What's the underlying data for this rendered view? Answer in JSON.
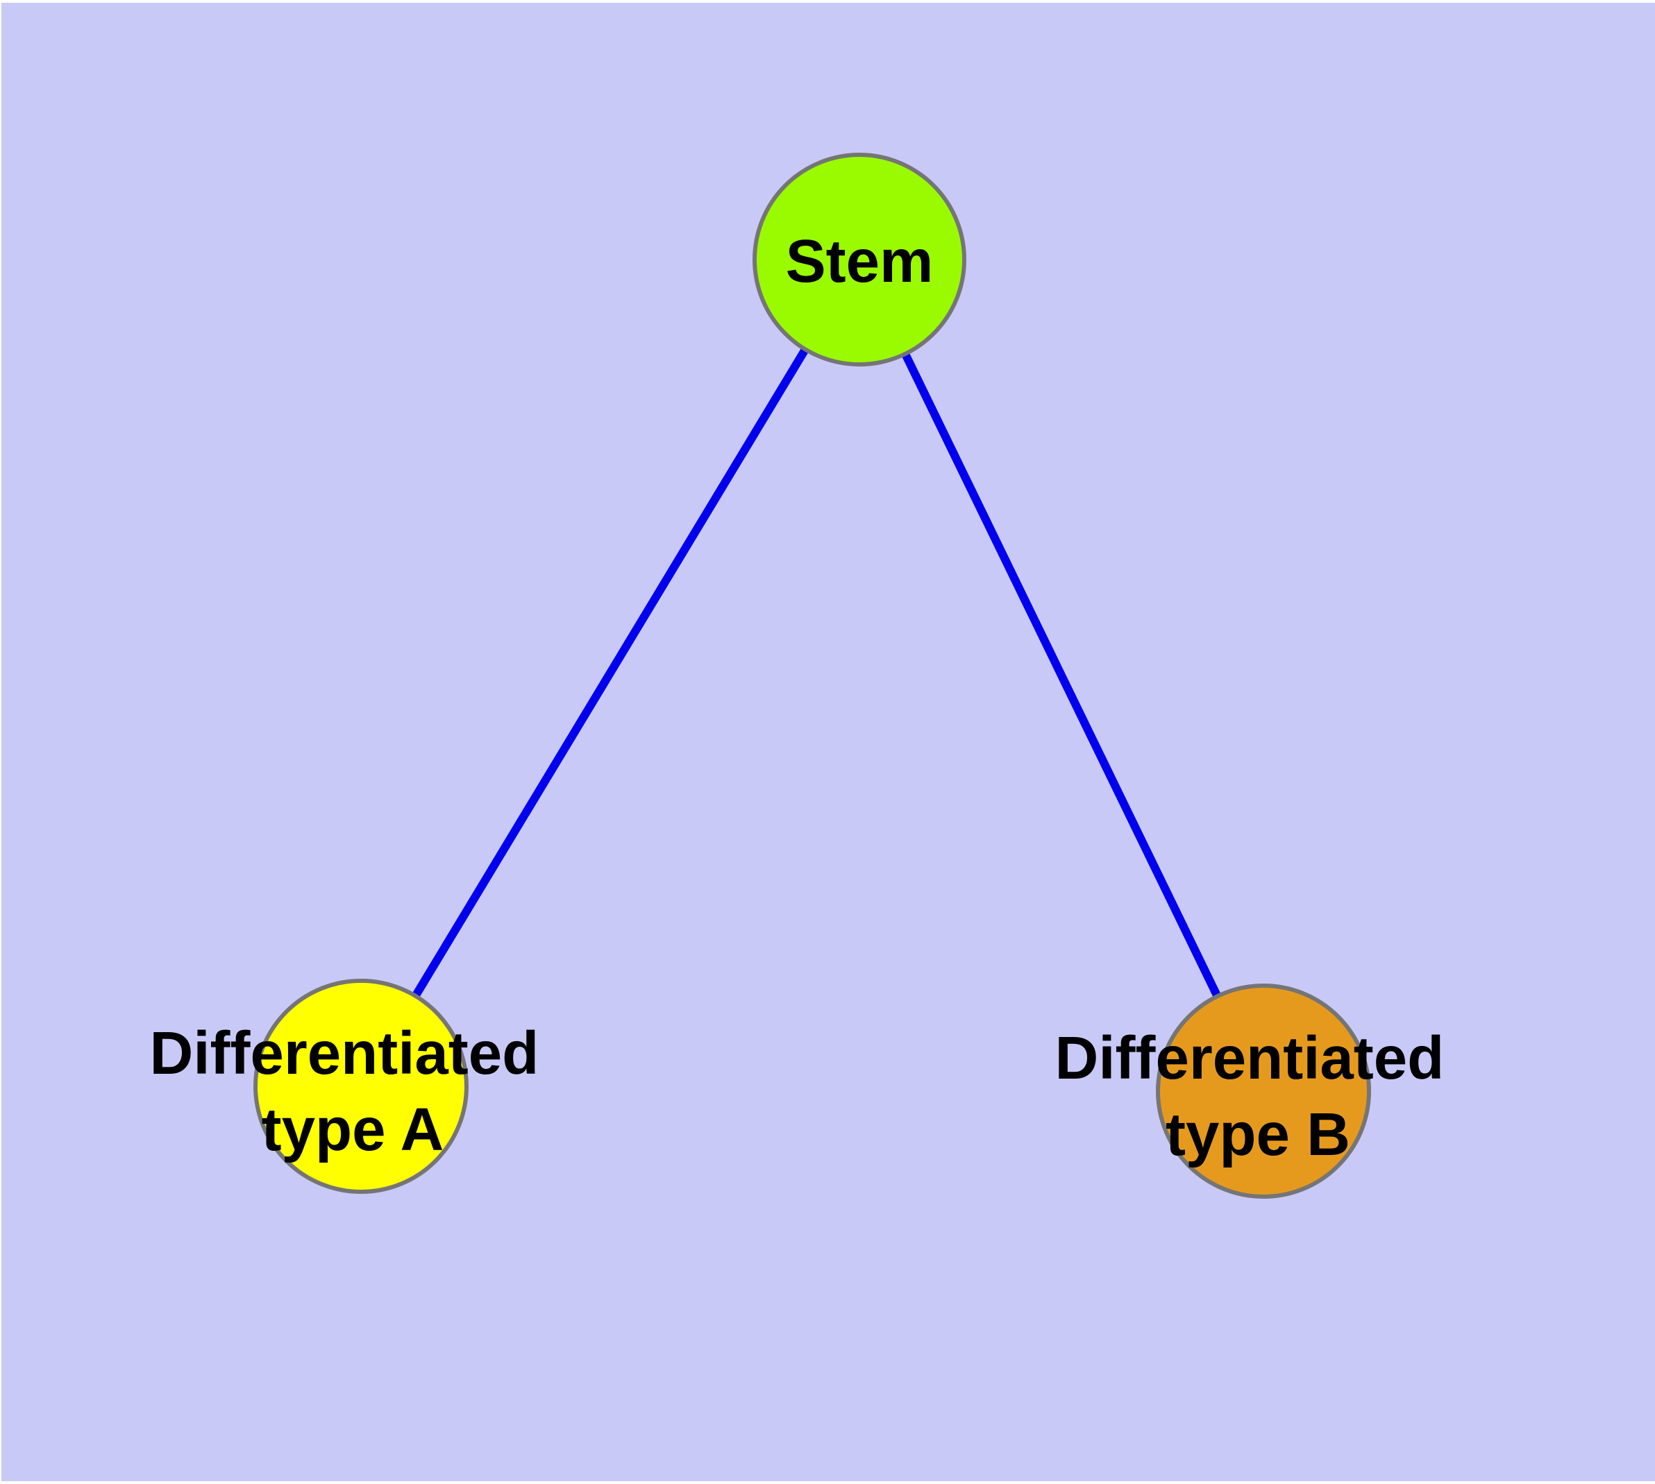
{
  "diagram": {
    "type": "node-link-graph",
    "nodes": {
      "stem": {
        "label": "Stem",
        "fill": "#9AFB00"
      },
      "type_a": {
        "label_line1": "Differentiated",
        "label_line2": "type A",
        "fill": "#FFFF00"
      },
      "type_b": {
        "label_line1": "Differentiated",
        "label_line2": "type B",
        "fill": "#E69A1D"
      }
    },
    "edges": [
      {
        "from": "Stem",
        "to": "Differentiated type A"
      },
      {
        "from": "Stem",
        "to": "Differentiated type B"
      }
    ],
    "colors": {
      "margin": "#FFFFFF",
      "background": "#C9C9F8",
      "edge": "#0000EE",
      "node_border": "#757575",
      "label": "#000000"
    }
  }
}
